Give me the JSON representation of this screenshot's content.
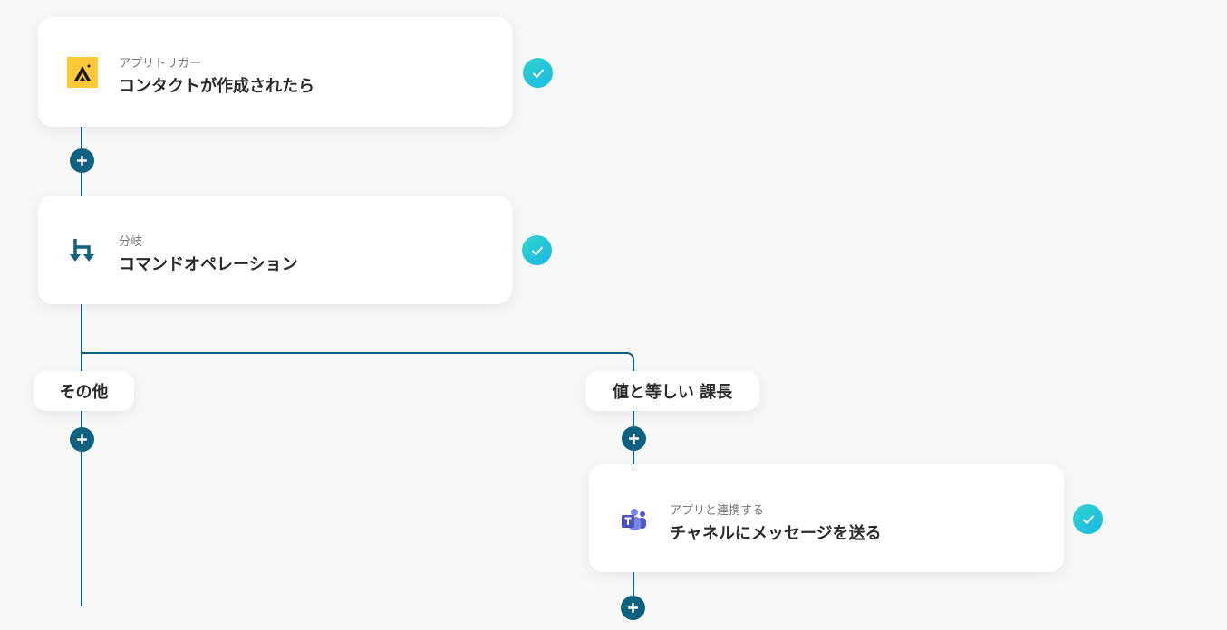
{
  "flow": {
    "steps": [
      {
        "subtitle": "アプリトリガー",
        "title": "コンタクトが作成されたら",
        "icon": "app-trigger-logo-icon",
        "status": "completed"
      },
      {
        "subtitle": "分岐",
        "title": "コマンドオペレーション",
        "icon": "branch-icon",
        "status": "completed"
      },
      {
        "subtitle": "アプリと連携する",
        "title": "チャネルにメッセージを送る",
        "icon": "microsoft-teams-icon",
        "status": "completed"
      }
    ],
    "branches": [
      {
        "label": "その他"
      },
      {
        "label": "値と等しい 課長"
      }
    ]
  },
  "colors": {
    "line": "#0e6280",
    "check": "#1ec8d8",
    "background": "#f8f8f8"
  }
}
